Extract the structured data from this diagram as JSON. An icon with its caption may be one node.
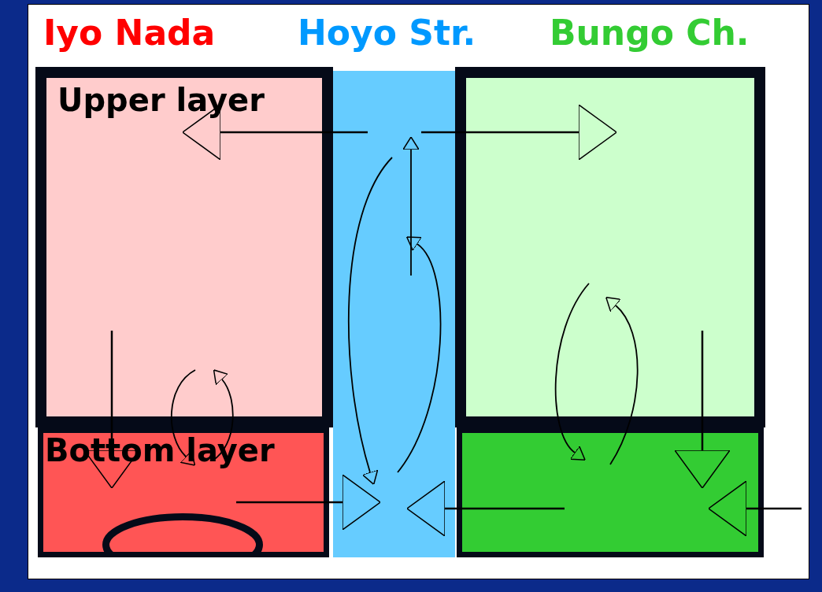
{
  "diagram": {
    "nodes": [
      {
        "text": [
          "Upper layer"
        ]
      },
      {
        "text": [],
        "shape": "box"
      },
      {
        "text": [],
        "shape": "box"
      },
      {
        "text": [
          "Bottom layer"
        ]
      },
      {
        "text": [],
        "shape": "box"
      },
      {
        "text": [],
        "shape": "ellipse"
      }
    ],
    "edges": [
      {
        "from": 1,
        "to": 0,
        "arrow": "to"
      },
      {
        "from": 1,
        "to": 2,
        "arrow": "to"
      },
      {
        "from": 0,
        "to": 3,
        "arrow": "to"
      },
      {
        "from": 2,
        "to": 4,
        "arrow": "to"
      },
      {
        "from": 3,
        "to": 1,
        "arrow": "to"
      },
      {
        "from": 4,
        "to": 1,
        "arrow": "to"
      },
      {
        "from": null,
        "to": 4,
        "arrow": "to"
      }
    ],
    "labels": [
      "Iyo Nada",
      "Hoyo Str.",
      "Bungo Ch."
    ]
  }
}
